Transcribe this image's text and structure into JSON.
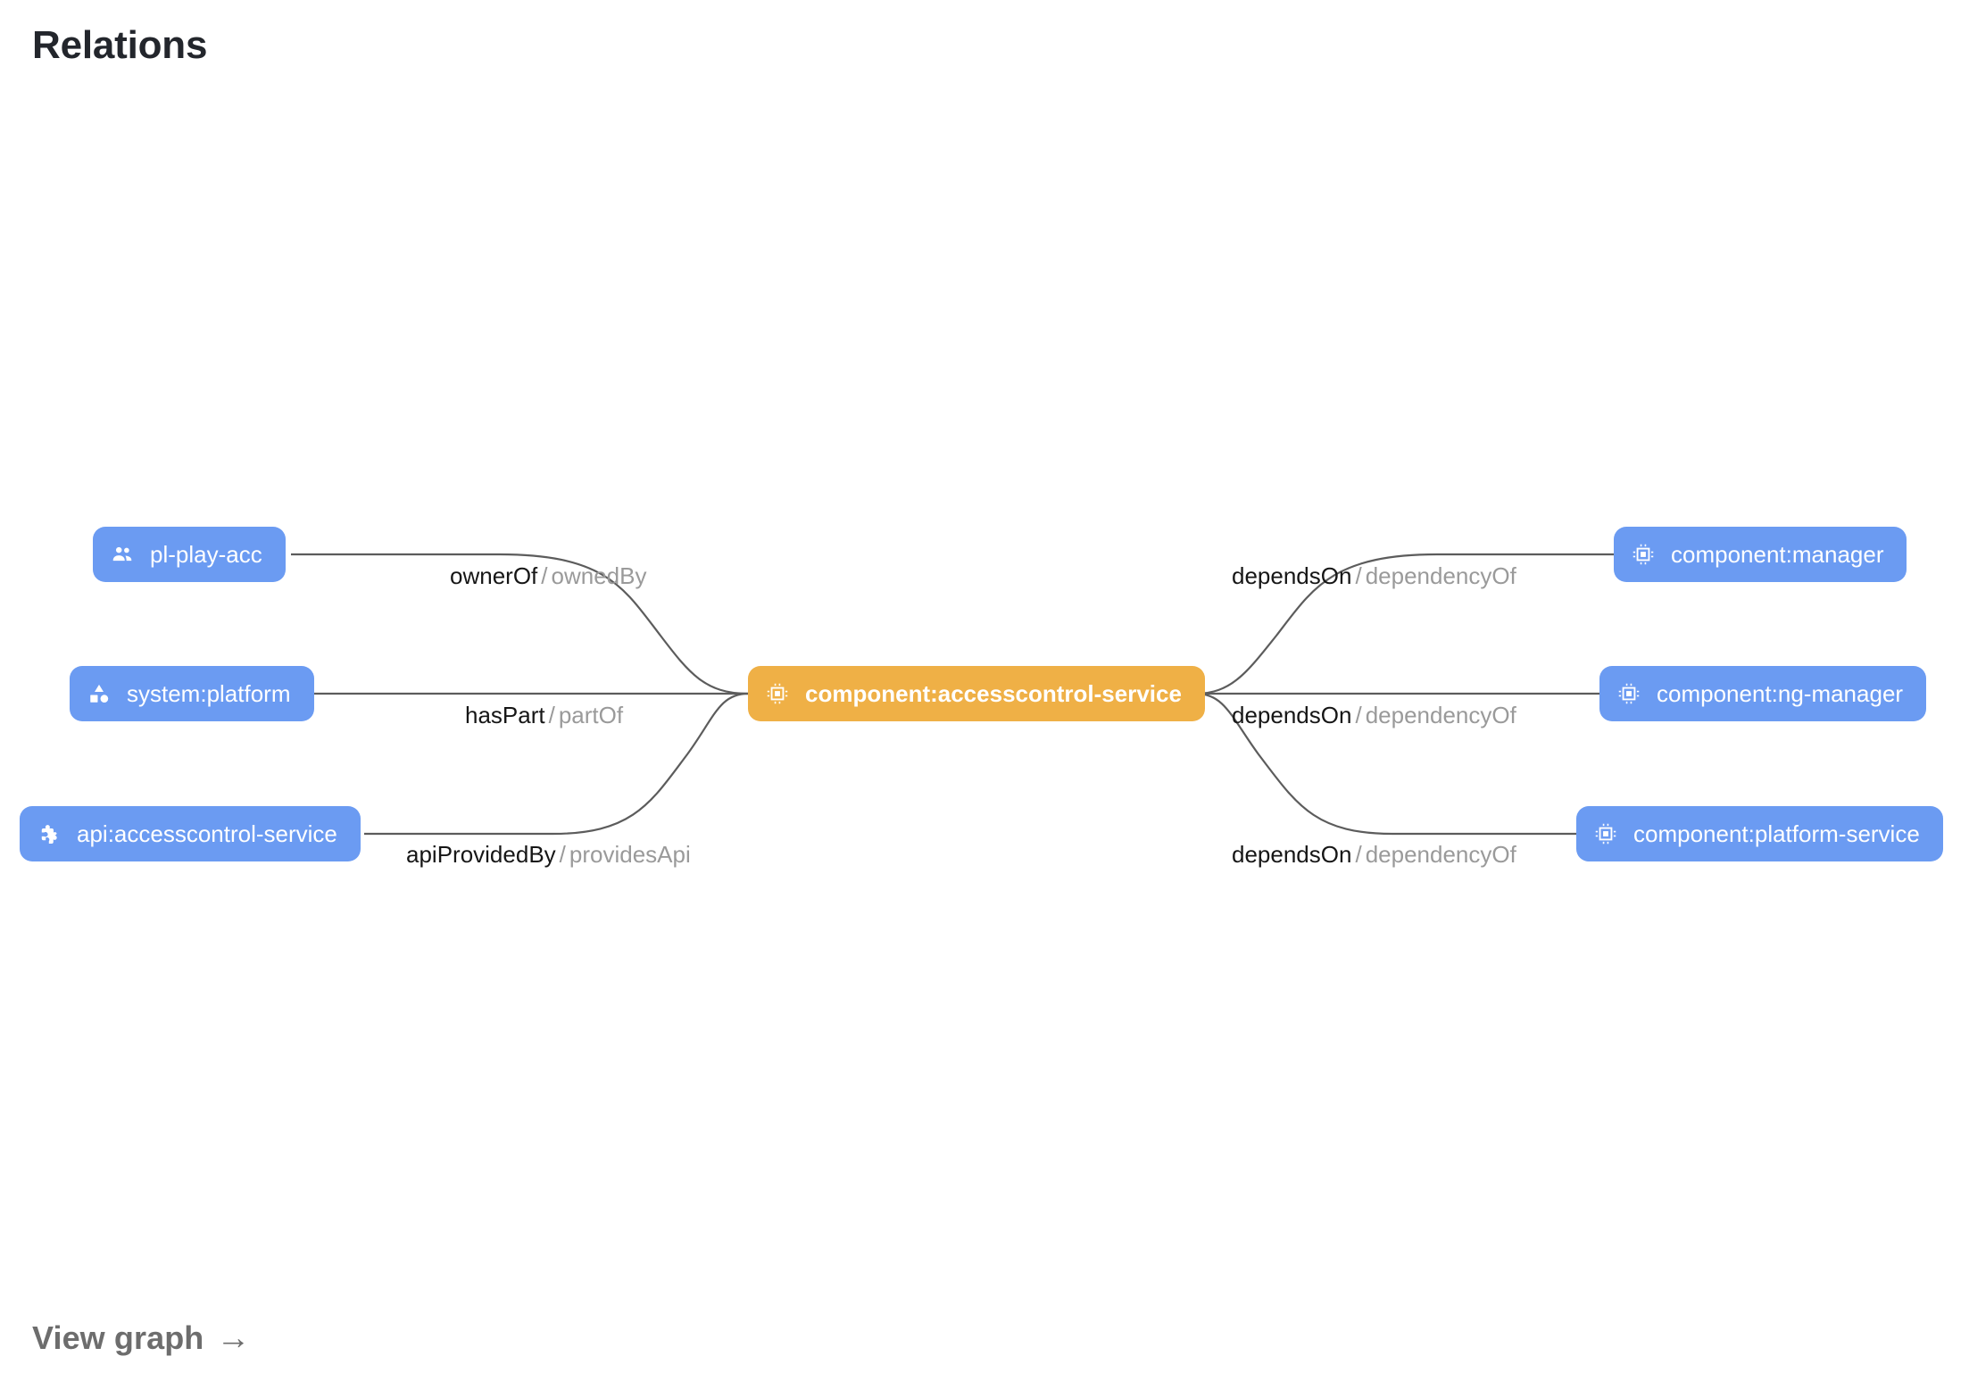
{
  "page": {
    "title": "Relations",
    "background": "#ffffff"
  },
  "colors": {
    "node_blue": "#6b9bf2",
    "node_orange": "#efb046",
    "edge_stroke": "#5c5c5c",
    "label_forward": "#161616",
    "label_reverse": "#9a9a9a",
    "title_color": "#23262c",
    "link_color": "#6d6d6d"
  },
  "graph": {
    "focus_node": {
      "label": "component:accesscontrol-service",
      "icon": "chip-icon",
      "kind": "component",
      "color": "#efb046",
      "highlighted": true
    },
    "nodes": [
      {
        "id": "pl-play-acc",
        "label": "pl-play-acc",
        "icon": "group-icon",
        "kind": "group",
        "color": "#6b9bf2",
        "side": "left",
        "row": 0
      },
      {
        "id": "system-platform",
        "label": "system:platform",
        "icon": "category-icon",
        "kind": "system",
        "color": "#6b9bf2",
        "side": "left",
        "row": 1
      },
      {
        "id": "api-accesscontrol-service",
        "label": "api:accesscontrol-service",
        "icon": "extension-icon",
        "kind": "api",
        "color": "#6b9bf2",
        "side": "left",
        "row": 2
      },
      {
        "id": "component-manager",
        "label": "component:manager",
        "icon": "chip-icon",
        "kind": "component",
        "color": "#6b9bf2",
        "side": "right",
        "row": 0
      },
      {
        "id": "component-ng-manager",
        "label": "component:ng-manager",
        "icon": "chip-icon",
        "kind": "component",
        "color": "#6b9bf2",
        "side": "right",
        "row": 1
      },
      {
        "id": "component-platform-service",
        "label": "component:platform-service",
        "icon": "chip-icon",
        "kind": "component",
        "color": "#6b9bf2",
        "side": "right",
        "row": 2
      }
    ],
    "edges": [
      {
        "id": "edge-ownerof",
        "source": "pl-play-acc",
        "target": "component:accesscontrol-service",
        "forward": "ownerOf",
        "separator": "/",
        "reverse": "ownedBy"
      },
      {
        "id": "edge-haspart",
        "source": "system:platform",
        "target": "component:accesscontrol-service",
        "forward": "hasPart",
        "separator": "/",
        "reverse": "partOf"
      },
      {
        "id": "edge-apiprovidedby",
        "source": "api:accesscontrol-service",
        "target": "component:accesscontrol-service",
        "forward": "apiProvidedBy",
        "separator": "/",
        "reverse": "providesApi"
      },
      {
        "id": "edge-dependson-manager",
        "source": "component:accesscontrol-service",
        "target": "component:manager",
        "forward": "dependsOn",
        "separator": "/",
        "reverse": "dependencyOf"
      },
      {
        "id": "edge-dependson-ng-manager",
        "source": "component:accesscontrol-service",
        "target": "component:ng-manager",
        "forward": "dependsOn",
        "separator": "/",
        "reverse": "dependencyOf"
      },
      {
        "id": "edge-dependson-platform-service",
        "source": "component:accesscontrol-service",
        "target": "component:platform-service",
        "forward": "dependsOn",
        "separator": "/",
        "reverse": "dependencyOf"
      }
    ]
  },
  "footer": {
    "view_graph_label": "View graph",
    "view_graph_arrow": "→"
  }
}
